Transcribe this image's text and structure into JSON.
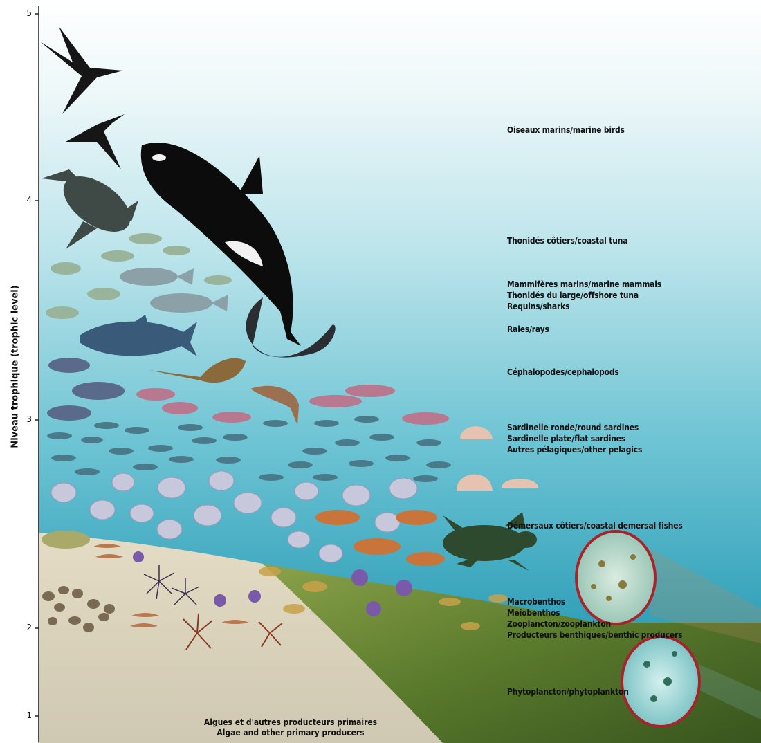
{
  "axis": {
    "title": "Niveau trophique (trophic level)",
    "ticks": [
      "1",
      "2",
      "3",
      "4",
      "5"
    ]
  },
  "groups": {
    "marine_birds": "Oiseaux marins/marine birds",
    "coastal_tuna": "Thonidés côtiers/coastal tuna",
    "mammals_block": [
      "Mammifères marins/marine mammals",
      "Thonidés du large/offshore tuna",
      "Requins/sharks"
    ],
    "rays": "Raies/rays",
    "cephalopods": "Céphalopodes/cephalopods",
    "pelagics_block": [
      "Sardinelle ronde/round sardines",
      "Sardinelle plate/flat sardines",
      "Autres pélagiques/other pelagics"
    ],
    "demersal": "Démersaux côtiers/coastal demersal fishes",
    "benthos_block": [
      "Macrobenthos",
      "Meiobenthos",
      "Zooplancton/zooplankton",
      "Producteurs benthiques/benthic producers"
    ],
    "phytoplankton": "Phytoplancton/phytoplankton"
  },
  "primary_producers": [
    "Algues et d'autres producteurs primaires",
    "Algae and other primary producers"
  ],
  "colors": {
    "water_top": "#ffffff",
    "water_mid": "#9fdae2",
    "water_deep": "#2f9fb8",
    "sand": "#d8d2bd",
    "seagrass": "#5f7f2e",
    "circle_outline": "#a8242a"
  }
}
